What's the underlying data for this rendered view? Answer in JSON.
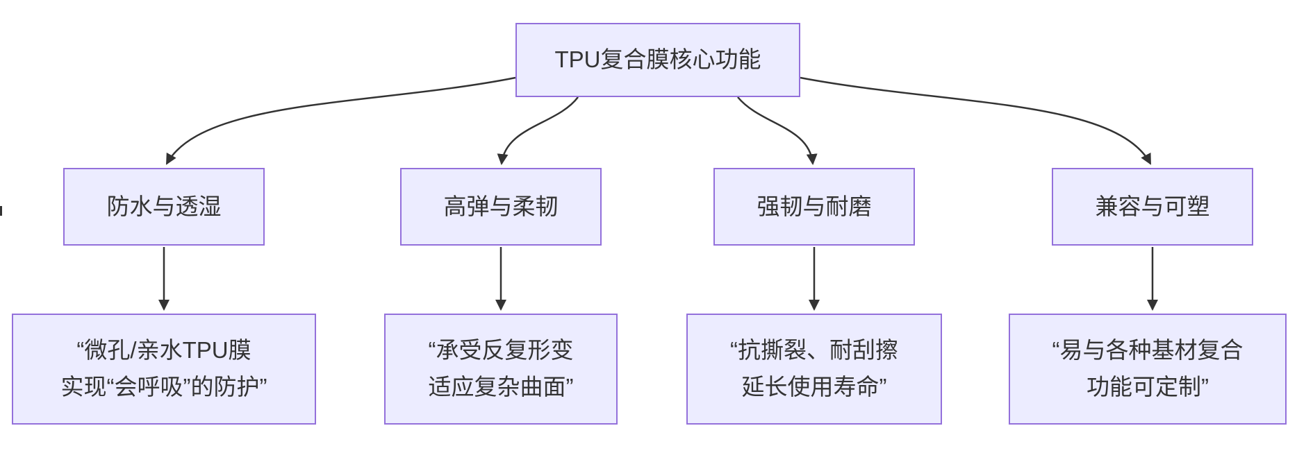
{
  "diagram": {
    "type": "flowchart-top-down",
    "colors": {
      "node_fill": "#ECECFF",
      "node_border": "#9370DB",
      "text": "#333333",
      "edge": "#333333"
    },
    "root": {
      "label": "TPU复合膜核心功能"
    },
    "branches": [
      {
        "label": "防水与透湿",
        "detail_lines": [
          "“微孔/亲水TPU膜",
          "实现“会呼吸”的防护”"
        ]
      },
      {
        "label": "高弹与柔韧",
        "detail_lines": [
          "“承受反复形变",
          "适应复杂曲面”"
        ]
      },
      {
        "label": "强韧与耐磨",
        "detail_lines": [
          "“抗撕裂、耐刮擦",
          "延长使用寿命”"
        ]
      },
      {
        "label": "兼容与可塑",
        "detail_lines": [
          "“易与各种基材复合",
          "功能可定制”"
        ]
      }
    ]
  }
}
